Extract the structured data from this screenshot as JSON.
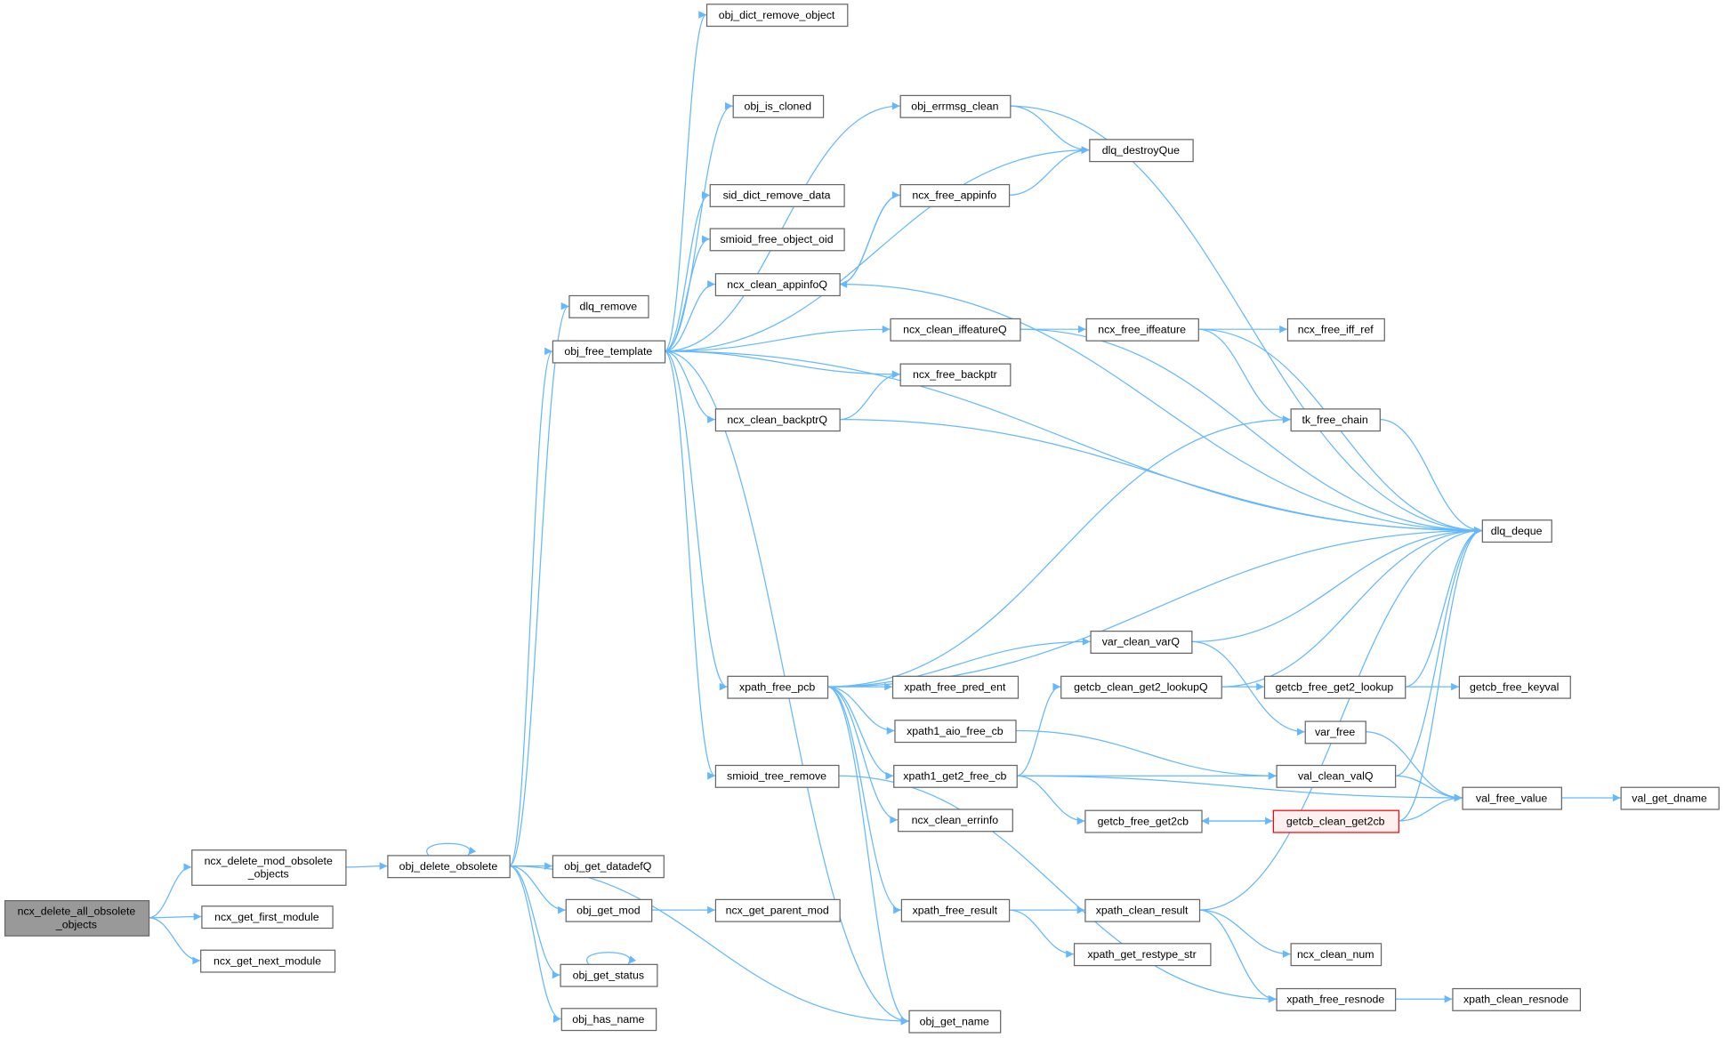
{
  "graph": {
    "edge_color": "#63b8ff",
    "root_fill": "#999999",
    "highlight_border": "#ff0000",
    "nodes": [
      {
        "id": "root",
        "lines": [
          "ncx_delete_all_obsolete",
          "_objects"
        ],
        "style": "root"
      },
      {
        "id": "mod_obs",
        "lines": [
          "ncx_delete_mod_obsolete",
          "_objects"
        ]
      },
      {
        "id": "first_mod",
        "lines": [
          "ncx_get_first_module"
        ]
      },
      {
        "id": "next_mod",
        "lines": [
          "ncx_get_next_module"
        ]
      },
      {
        "id": "obj_del",
        "lines": [
          "obj_delete_obsolete"
        ]
      },
      {
        "id": "dlq_remove",
        "lines": [
          "dlq_remove"
        ]
      },
      {
        "id": "obj_free_tmpl",
        "lines": [
          "obj_free_template"
        ]
      },
      {
        "id": "datadefq",
        "lines": [
          "obj_get_datadefQ"
        ]
      },
      {
        "id": "get_mod",
        "lines": [
          "obj_get_mod"
        ]
      },
      {
        "id": "get_status",
        "lines": [
          "obj_get_status"
        ]
      },
      {
        "id": "has_name",
        "lines": [
          "obj_has_name"
        ]
      },
      {
        "id": "dict_remove",
        "lines": [
          "obj_dict_remove_object"
        ]
      },
      {
        "id": "is_cloned",
        "lines": [
          "obj_is_cloned"
        ]
      },
      {
        "id": "sid_dict",
        "lines": [
          "sid_dict_remove_data"
        ]
      },
      {
        "id": "smioid_oid",
        "lines": [
          "smioid_free_object_oid"
        ]
      },
      {
        "id": "appinfoq",
        "lines": [
          "ncx_clean_appinfoQ"
        ]
      },
      {
        "id": "backptrq",
        "lines": [
          "ncx_clean_backptrQ"
        ]
      },
      {
        "id": "xpath_pcb",
        "lines": [
          "xpath_free_pcb"
        ]
      },
      {
        "id": "smioid_tree",
        "lines": [
          "smioid_tree_remove"
        ]
      },
      {
        "id": "parent_mod",
        "lines": [
          "ncx_get_parent_mod"
        ]
      },
      {
        "id": "errmsg",
        "lines": [
          "obj_errmsg_clean"
        ]
      },
      {
        "id": "free_appinfo",
        "lines": [
          "ncx_free_appinfo"
        ]
      },
      {
        "id": "iffeatureq",
        "lines": [
          "ncx_clean_iffeatureQ"
        ]
      },
      {
        "id": "free_backptr",
        "lines": [
          "ncx_free_backptr"
        ]
      },
      {
        "id": "varq",
        "lines": [
          "var_clean_varQ"
        ]
      },
      {
        "id": "pred_ent",
        "lines": [
          "xpath_free_pred_ent"
        ]
      },
      {
        "id": "aio_cb",
        "lines": [
          "xpath1_aio_free_cb"
        ]
      },
      {
        "id": "get2_cb",
        "lines": [
          "xpath1_get2_free_cb"
        ]
      },
      {
        "id": "errinfo",
        "lines": [
          "ncx_clean_errinfo"
        ]
      },
      {
        "id": "free_result",
        "lines": [
          "xpath_free_result"
        ]
      },
      {
        "id": "get_name",
        "lines": [
          "obj_get_name"
        ]
      },
      {
        "id": "destroyque",
        "lines": [
          "dlq_destroyQue"
        ]
      },
      {
        "id": "free_iff",
        "lines": [
          "ncx_free_iffeature"
        ]
      },
      {
        "id": "lookupq",
        "lines": [
          "getcb_clean_get2_lookupQ"
        ]
      },
      {
        "id": "free_get2cb",
        "lines": [
          "getcb_free_get2cb"
        ]
      },
      {
        "id": "clean_result",
        "lines": [
          "xpath_clean_result"
        ]
      },
      {
        "id": "restype",
        "lines": [
          "xpath_get_restype_str"
        ]
      },
      {
        "id": "iff_ref",
        "lines": [
          "ncx_free_iff_ref"
        ]
      },
      {
        "id": "tk_chain",
        "lines": [
          "tk_free_chain"
        ]
      },
      {
        "id": "free_lookup",
        "lines": [
          "getcb_free_get2_lookup"
        ]
      },
      {
        "id": "var_free",
        "lines": [
          "var_free"
        ]
      },
      {
        "id": "valq",
        "lines": [
          "val_clean_valQ"
        ]
      },
      {
        "id": "clean_get2cb",
        "lines": [
          "getcb_clean_get2cb"
        ],
        "style": "hl"
      },
      {
        "id": "clean_num",
        "lines": [
          "ncx_clean_num"
        ]
      },
      {
        "id": "free_resnode",
        "lines": [
          "xpath_free_resnode"
        ]
      },
      {
        "id": "deque",
        "lines": [
          "dlq_deque"
        ]
      },
      {
        "id": "keyval",
        "lines": [
          "getcb_free_keyval"
        ]
      },
      {
        "id": "free_value",
        "lines": [
          "val_free_value"
        ]
      },
      {
        "id": "dname",
        "lines": [
          "val_get_dname"
        ]
      },
      {
        "id": "clean_resnode",
        "lines": [
          "xpath_clean_resnode"
        ]
      }
    ],
    "edges": [
      [
        "root",
        "mod_obs"
      ],
      [
        "root",
        "first_mod"
      ],
      [
        "root",
        "next_mod"
      ],
      [
        "mod_obs",
        "obj_del"
      ],
      [
        "obj_del",
        "obj_del"
      ],
      [
        "obj_del",
        "dlq_remove"
      ],
      [
        "obj_del",
        "obj_free_tmpl"
      ],
      [
        "obj_del",
        "datadefq"
      ],
      [
        "obj_del",
        "get_mod"
      ],
      [
        "obj_del",
        "get_name"
      ],
      [
        "obj_del",
        "get_status"
      ],
      [
        "obj_del",
        "has_name"
      ],
      [
        "obj_free_tmpl",
        "dict_remove"
      ],
      [
        "obj_free_tmpl",
        "is_cloned"
      ],
      [
        "obj_free_tmpl",
        "errmsg"
      ],
      [
        "obj_free_tmpl",
        "destroyque"
      ],
      [
        "obj_free_tmpl",
        "sid_dict"
      ],
      [
        "obj_free_tmpl",
        "smioid_oid"
      ],
      [
        "obj_free_tmpl",
        "appinfoq"
      ],
      [
        "obj_free_tmpl",
        "iffeatureq"
      ],
      [
        "obj_free_tmpl",
        "free_backptr"
      ],
      [
        "obj_free_tmpl",
        "backptrq"
      ],
      [
        "obj_free_tmpl",
        "deque"
      ],
      [
        "obj_free_tmpl",
        "xpath_pcb"
      ],
      [
        "obj_free_tmpl",
        "smioid_tree"
      ],
      [
        "obj_free_tmpl",
        "get_name"
      ],
      [
        "get_mod",
        "parent_mod"
      ],
      [
        "get_status",
        "get_status"
      ],
      [
        "errmsg",
        "destroyque"
      ],
      [
        "errmsg",
        "deque"
      ],
      [
        "free_appinfo",
        "destroyque"
      ],
      [
        "free_appinfo",
        "appinfoq"
      ],
      [
        "appinfoq",
        "free_appinfo"
      ],
      [
        "appinfoq",
        "deque"
      ],
      [
        "iffeatureq",
        "free_iff"
      ],
      [
        "iffeatureq",
        "deque"
      ],
      [
        "free_iff",
        "iff_ref"
      ],
      [
        "free_iff",
        "tk_chain"
      ],
      [
        "free_iff",
        "deque"
      ],
      [
        "backptrq",
        "free_backptr"
      ],
      [
        "backptrq",
        "deque"
      ],
      [
        "tk_chain",
        "deque"
      ],
      [
        "xpath_pcb",
        "tk_chain"
      ],
      [
        "xpath_pcb",
        "deque"
      ],
      [
        "xpath_pcb",
        "varq"
      ],
      [
        "xpath_pcb",
        "pred_ent"
      ],
      [
        "xpath_pcb",
        "aio_cb"
      ],
      [
        "xpath_pcb",
        "get2_cb"
      ],
      [
        "xpath_pcb",
        "errinfo"
      ],
      [
        "xpath_pcb",
        "free_result"
      ],
      [
        "xpath_pcb",
        "get_name"
      ],
      [
        "varq",
        "deque"
      ],
      [
        "varq",
        "var_free"
      ],
      [
        "lookupq",
        "free_lookup"
      ],
      [
        "lookupq",
        "deque"
      ],
      [
        "free_lookup",
        "keyval"
      ],
      [
        "free_lookup",
        "deque"
      ],
      [
        "var_free",
        "free_value"
      ],
      [
        "aio_cb",
        "valq"
      ],
      [
        "get2_cb",
        "lookupq"
      ],
      [
        "get2_cb",
        "valq"
      ],
      [
        "get2_cb",
        "free_get2cb"
      ],
      [
        "get2_cb",
        "free_value"
      ],
      [
        "valq",
        "deque"
      ],
      [
        "valq",
        "free_value"
      ],
      [
        "free_get2cb",
        "clean_get2cb"
      ],
      [
        "clean_get2cb",
        "free_get2cb"
      ],
      [
        "clean_get2cb",
        "deque"
      ],
      [
        "clean_get2cb",
        "free_value"
      ],
      [
        "free_value",
        "dname"
      ],
      [
        "smioid_tree",
        "free_resnode"
      ],
      [
        "free_result",
        "clean_result"
      ],
      [
        "free_result",
        "restype"
      ],
      [
        "clean_result",
        "clean_num"
      ],
      [
        "clean_result",
        "free_resnode"
      ],
      [
        "clean_result",
        "deque"
      ],
      [
        "free_resnode",
        "clean_resnode"
      ]
    ]
  }
}
